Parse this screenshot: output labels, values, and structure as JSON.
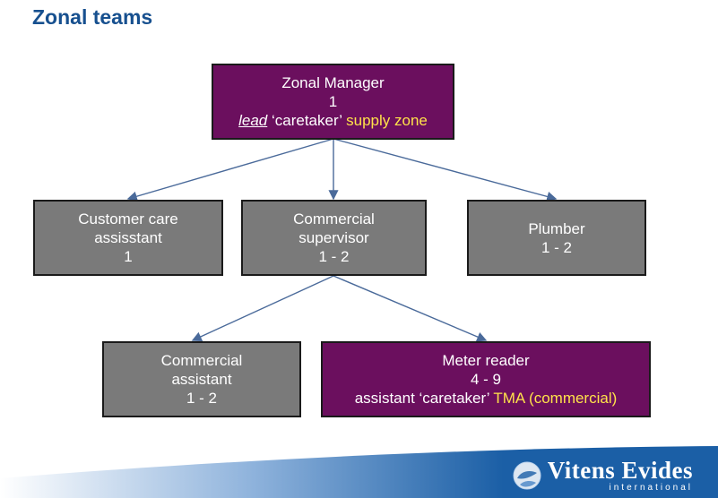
{
  "title": "Zonal teams",
  "colors": {
    "title": "#17508f",
    "gray_box": "#7a7a7a",
    "purple_box": "#6b0f5e",
    "highlight": "#ffe24a",
    "footer": "#1b5fa6"
  },
  "zonal_manager": {
    "name": "Zonal Manager",
    "count": "1",
    "lead": "lead",
    "role": "‘caretaker’",
    "zone": "supply zone"
  },
  "customer_care": {
    "line1": "Customer care",
    "line2": "assisstant",
    "count": "1"
  },
  "commercial_supervisor": {
    "line1": "Commercial",
    "line2": "supervisor",
    "count": "1 - 2"
  },
  "plumber": {
    "name": "Plumber",
    "count": "1 - 2"
  },
  "commercial_assistant": {
    "line1": "Commercial",
    "line2": "assistant",
    "count": "1 - 2"
  },
  "meter_reader": {
    "name": "Meter reader",
    "count": "4 - 9",
    "role": "assistant ‘caretaker’",
    "zone": "TMA (commercial)"
  },
  "logo": {
    "name": "Vitens Evides",
    "sub": "international",
    "icon": "globe-icon"
  }
}
